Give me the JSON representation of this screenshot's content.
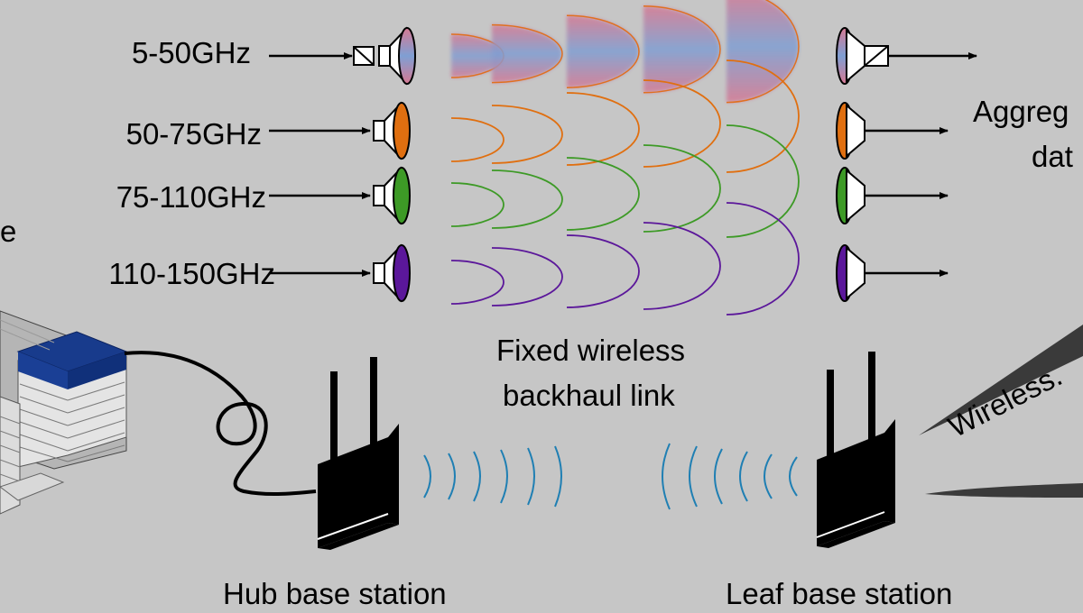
{
  "bands": [
    {
      "label": "5-50GHz",
      "color": "#c26a8a",
      "color2": "#6f8fc4",
      "mixer": true
    },
    {
      "label": "50-75GHz",
      "color": "#e06f10",
      "mixer": false
    },
    {
      "label": "75-110GHz",
      "color": "#3d9a26",
      "mixer": false
    },
    {
      "label": "110-150GHz",
      "color": "#5b179a",
      "mixer": false
    }
  ],
  "link": {
    "line1": "Fixed wireless",
    "line2": "backhaul link"
  },
  "hub": {
    "label": "Hub base station"
  },
  "leaf": {
    "label": "Leaf base station"
  },
  "aggregate": {
    "line1": "Aggreg",
    "line2": "dat"
  },
  "left_partial": "e",
  "wireless_partial": "Wireless.",
  "colors": {
    "background": "#c6c6c6",
    "wave": "#1f7fb3",
    "building_roof": "#183b8c"
  }
}
